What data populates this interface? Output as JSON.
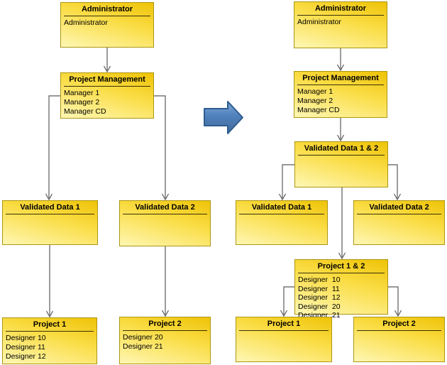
{
  "colors": {
    "box_top_gold": "#EEC307",
    "box_mid_yellow": "#FADD46",
    "box_bottom_pale": "#FEF7B4",
    "box_border": "#AD9612",
    "title_underline": "#3A3008",
    "connector": "#5A5A5A",
    "arrow_fill": "#4F81BD",
    "arrow_border": "#2F5C8F",
    "background": "#FFFFFF"
  },
  "transform_arrow": {
    "icon": "big-right-arrow",
    "direction": "right"
  },
  "before": {
    "nodes": [
      {
        "id": "administrator",
        "title": "Administrator",
        "items": [
          "Administrator"
        ]
      },
      {
        "id": "project-management",
        "title": "Project Management",
        "items": [
          "Manager 1",
          "Manager 2",
          "Manager CD"
        ]
      },
      {
        "id": "validated-data-1",
        "title": "Validated Data 1",
        "items": []
      },
      {
        "id": "validated-data-2",
        "title": "Validated Data 2",
        "items": []
      },
      {
        "id": "project-1",
        "title": "Project 1",
        "items": [
          "Designer 10",
          "Designer 11",
          "Designer 12"
        ]
      },
      {
        "id": "project-2",
        "title": "Project 2",
        "items": [
          "Designer 20",
          "Designer 21"
        ]
      }
    ]
  },
  "after": {
    "nodes": [
      {
        "id": "administrator",
        "title": "Administrator",
        "items": [
          "Administrator"
        ]
      },
      {
        "id": "project-management",
        "title": "Project Management",
        "items": [
          "Manager 1",
          "Manager 2",
          "Manager CD"
        ]
      },
      {
        "id": "validated-data-1-and-2",
        "title": "Validated Data 1 & 2",
        "items": []
      },
      {
        "id": "validated-data-1",
        "title": "Validated Data 1",
        "items": []
      },
      {
        "id": "validated-data-2",
        "title": "Validated Data 2",
        "items": []
      },
      {
        "id": "project-1-and-2",
        "title": "Project 1 & 2",
        "items": [
          "Designer  10",
          "Designer  11",
          "Designer  12",
          "Designer  20",
          "Designer  21"
        ]
      },
      {
        "id": "project-1",
        "title": "Project 1",
        "items": []
      },
      {
        "id": "project-2",
        "title": "Project 2",
        "items": []
      }
    ]
  }
}
